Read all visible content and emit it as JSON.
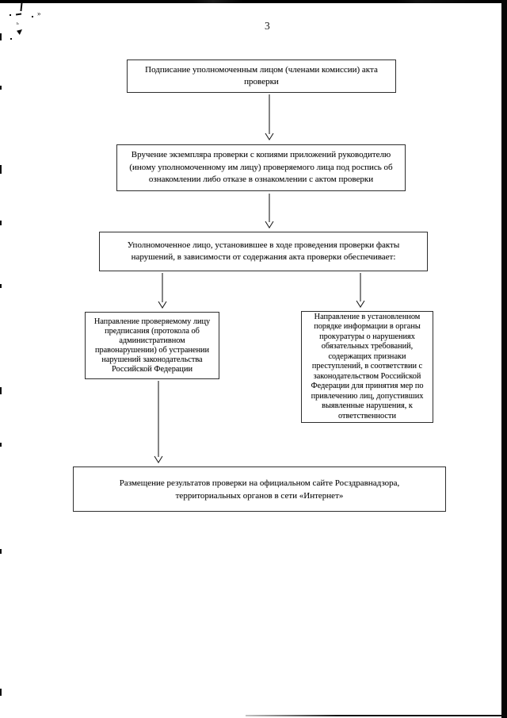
{
  "page": {
    "number": "3"
  },
  "colors": {
    "paper": "#ffffff",
    "ink": "#151515",
    "box_border": "#2e2e2e",
    "scan_edge": "#060606"
  },
  "flowchart": {
    "nodes": [
      {
        "name": "signing-act",
        "text": "Подписание уполномоченным лицом (членами комиссии) акта проверки"
      },
      {
        "name": "handing-act-copy",
        "text": "Вручение экземпляра проверки  с копиями приложений руководителю (иному уполномоченному им лицу) проверяемого лица под роспись об ознакомлении либо отказе в ознакомлении с актом  проверки"
      },
      {
        "name": "authorized-person-ensures",
        "text": "Уполномоченное лицо, установившее в ходе проведения проверки факты нарушений, в зависимости от содержания акта проверки обеспечивает:"
      },
      {
        "name": "directive-to-inspected",
        "text": "Направление проверяемому лицу предписания (протокола об административном правонарушении) об устранении нарушений законодательства Российской Федерации"
      },
      {
        "name": "info-to-prosecutors",
        "text": "Направление в установленном порядке информации в органы прокуратуры о нарушениях обязательных требований, содержащих признаки преступлений, в соответствии с законодательством Российской Федерации для принятия мер по привлечению лиц, допустивших выявленные нарушения, к ответственности"
      },
      {
        "name": "publish-results",
        "text": "Размещение результатов проверки на официальном сайте Росздравнадзора, территориальных органов в сети «Интернет»"
      }
    ]
  }
}
